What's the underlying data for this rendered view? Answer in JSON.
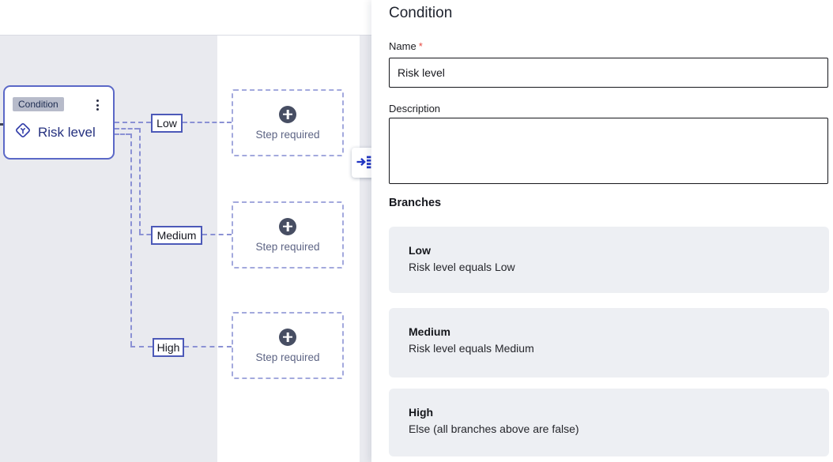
{
  "canvas": {
    "node": {
      "badge": "Condition",
      "title": "Risk level"
    },
    "branches": [
      {
        "label": "Low"
      },
      {
        "label": "Medium"
      },
      {
        "label": "High"
      }
    ],
    "step_placeholder": "Step required"
  },
  "panel": {
    "title": "Condition",
    "name_field": {
      "label": "Name",
      "required_mark": "*",
      "value": "Risk level"
    },
    "description_field": {
      "label": "Description",
      "value": ""
    },
    "branches_heading": "Branches",
    "branch_cards": [
      {
        "title": "Low",
        "description": "Risk level equals Low"
      },
      {
        "title": "Medium",
        "description": "Risk level equals Medium"
      },
      {
        "title": "High",
        "description": "Else (all branches above are false)"
      }
    ]
  },
  "colors": {
    "node-border": "#5b68c7",
    "node-title": "#25317f",
    "badge-bg": "#b7bbca",
    "badge-text": "#1d2b50",
    "connector": "#8b91d4",
    "step-border": "#a3a9dd",
    "step-text": "#5d6484",
    "plus-bg": "#474e63",
    "canvas-bg": "#e9eaef",
    "card-bg": "#edeff3",
    "required": "#e5493f",
    "toggle-icon": "#2236c3",
    "input-border": "#15161b"
  }
}
